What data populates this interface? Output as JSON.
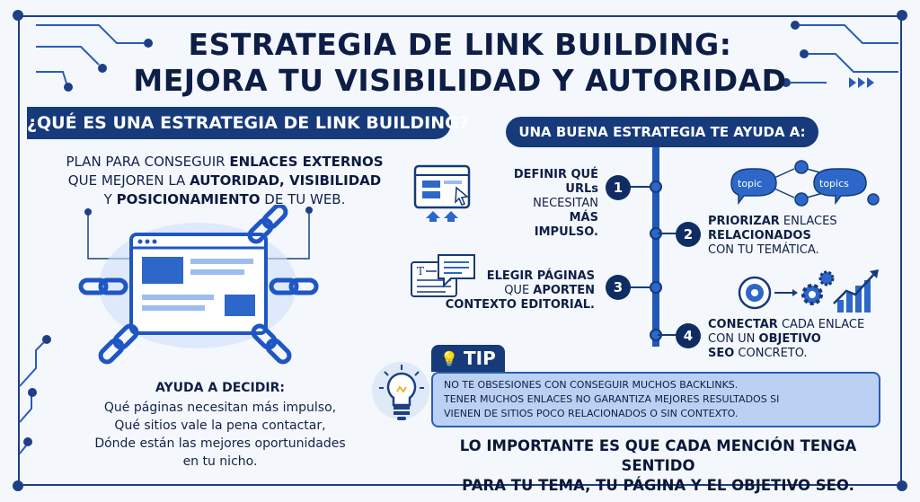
{
  "title": {
    "line1": "ESTRATEGIA DE LINK BUILDING:",
    "line2": "MEJORA TU VISIBILIDAD Y AUTORIDAD"
  },
  "left_section": {
    "heading": "¿QUÉ ES UNA ESTRATEGIA DE LINK BUILDING?",
    "description": {
      "p1": "PLAN PARA CONSEGUIR ",
      "b1": "ENLACES EXTERNOS",
      "p2": "QUE MEJOREN LA ",
      "b2": "AUTORIDAD, VISIBILIDAD",
      "p3": "Y ",
      "b3": "POSICIONAMIENTO",
      "p4": " DE TU WEB."
    },
    "helps_heading": "AYUDA A DECIDIR:",
    "helps_items": [
      "Qué páginas necesitan más impulso,",
      "Qué sitios vale la pena contactar,",
      "Dónde están las mejores oportunidades",
      "en tu nicho."
    ]
  },
  "right_section": {
    "heading": "UNA BUENA ESTRATEGIA TE AYUDA A:",
    "steps": [
      {
        "number": "1",
        "b1": "DEFINIR QUÉ",
        "t2a": "",
        "b2": "URLs",
        "t2b": " NECESITAN",
        "b3": "MÁS IMPULSO."
      },
      {
        "number": "2",
        "b1": "PRIORIZAR",
        "t1": " ENLACES",
        "b2": "RELACIONADOS",
        "t3": "CON TU TEMÁTICA."
      },
      {
        "number": "3",
        "b1": "ELEGIR PÁGINAS",
        "t2": "QUE ",
        "b2": "APORTEN",
        "b3": "CONTEXTO EDITORIAL."
      },
      {
        "number": "4",
        "b1": "CONECTAR",
        "t1": " CADA ENLACE",
        "t2": "CON UN ",
        "b2": "OBJETIVO",
        "b3": "SEO",
        "t3": " CONCRETO."
      }
    ],
    "topic_labels": [
      "topic",
      "topics"
    ]
  },
  "tip": {
    "label": "TIP",
    "line1": "NO TE OBSESIONES CON CONSEGUIR MUCHOS BACKLINKS.",
    "line2": "TENER MUCHOS ENLACES NO GARANTIZA MEJORES RESULTADOS SI",
    "line3": "VIENEN DE SITIOS POCO RELACIONADOS O SIN CONTEXTO."
  },
  "conclusion": {
    "line1": "LO IMPORTANTE ES QUE CADA MENCIÓN TENGA SENTIDO",
    "line2": "PARA TU TEMA, TU PÁGINA Y EL OBJETIVO SEO."
  },
  "colors": {
    "navy": "#163a7a",
    "blue": "#2d67c9",
    "light_blue": "#bad1f3",
    "background": "#f4f8fd"
  },
  "icons": [
    "chain-link-icon",
    "browser-window-icon",
    "cursor-icon",
    "upload-arrows-icon",
    "document-chat-icon",
    "target-icon",
    "gears-icon",
    "growth-chart-icon",
    "lightbulb-icon",
    "circuit-decoration"
  ]
}
